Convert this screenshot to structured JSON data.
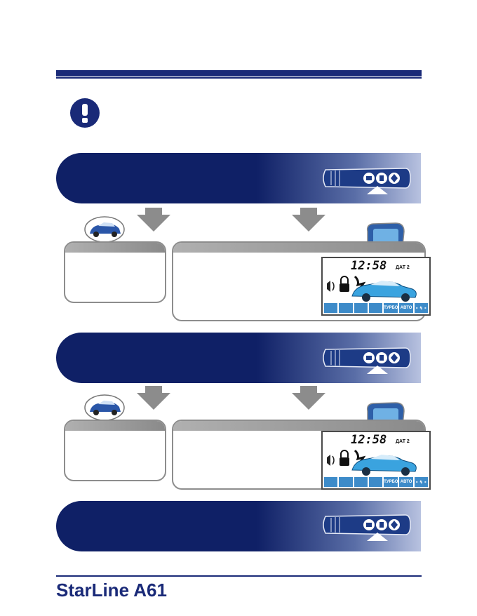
{
  "footer": {
    "brand": "StarLine A61"
  },
  "lcd": {
    "time": "12:58",
    "sensor_label": "ДАТ 2",
    "status_row": [
      "",
      "",
      "",
      "",
      "ТУРБО",
      "АВТО",
      "∘ ↯ ∘"
    ]
  },
  "icons": {
    "warning": "exclamation-icon",
    "remote": "remote-key-fob-icon",
    "car": "car-icon",
    "fob": "fob-icon"
  },
  "colors": {
    "brand": "#1a2a78",
    "lcd_accent": "#3d8bc9",
    "frame": "#8d8d8d"
  }
}
